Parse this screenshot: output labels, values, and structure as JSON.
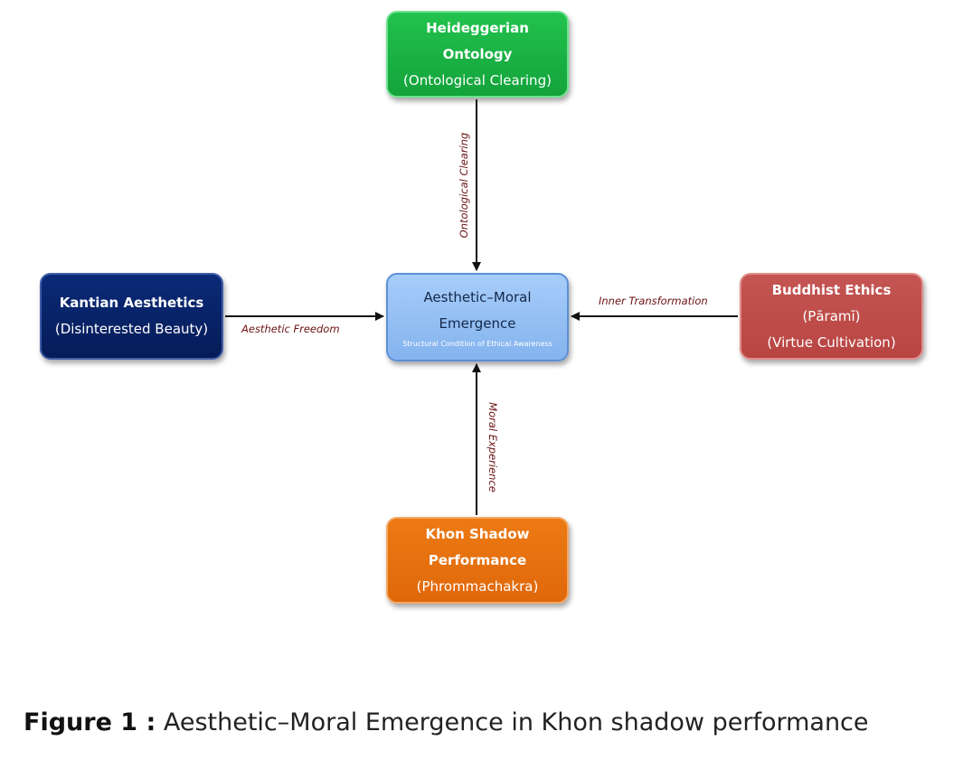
{
  "nodes": {
    "top": {
      "title_line1": "Heideggerian",
      "title_line2": "Ontology",
      "subtitle": "(Ontological Clearing)",
      "color": "#1eb247"
    },
    "left": {
      "title": "Kantian Aesthetics",
      "subtitle": "(Disinterested Beauty)",
      "color": "#08236a"
    },
    "center": {
      "title_line1": "Aesthetic–Moral",
      "title_line2": "Emergence",
      "subtitle": "Structural Condition of Ethical Awareness",
      "color": "#94bff3"
    },
    "right": {
      "title": "Buddhist Ethics",
      "subtitle_line1": "(Pāramī)",
      "subtitle_line2": "(Virtue Cultivation)",
      "color": "#be4d4a"
    },
    "bottom": {
      "title_line1": "Khon Shadow",
      "title_line2": "Performance",
      "subtitle": "(Phrommachakra)",
      "color": "#e5700f"
    }
  },
  "edges": {
    "top_to_center": "Ontological Clearing",
    "left_to_center": "Aesthetic Freedom",
    "right_to_center": "Inner Transformation",
    "bottom_to_center": "Moral Experience"
  },
  "caption": {
    "label": "Figure 1 :",
    "text": "Aesthetic–Moral Emergence in Khon shadow performance"
  }
}
